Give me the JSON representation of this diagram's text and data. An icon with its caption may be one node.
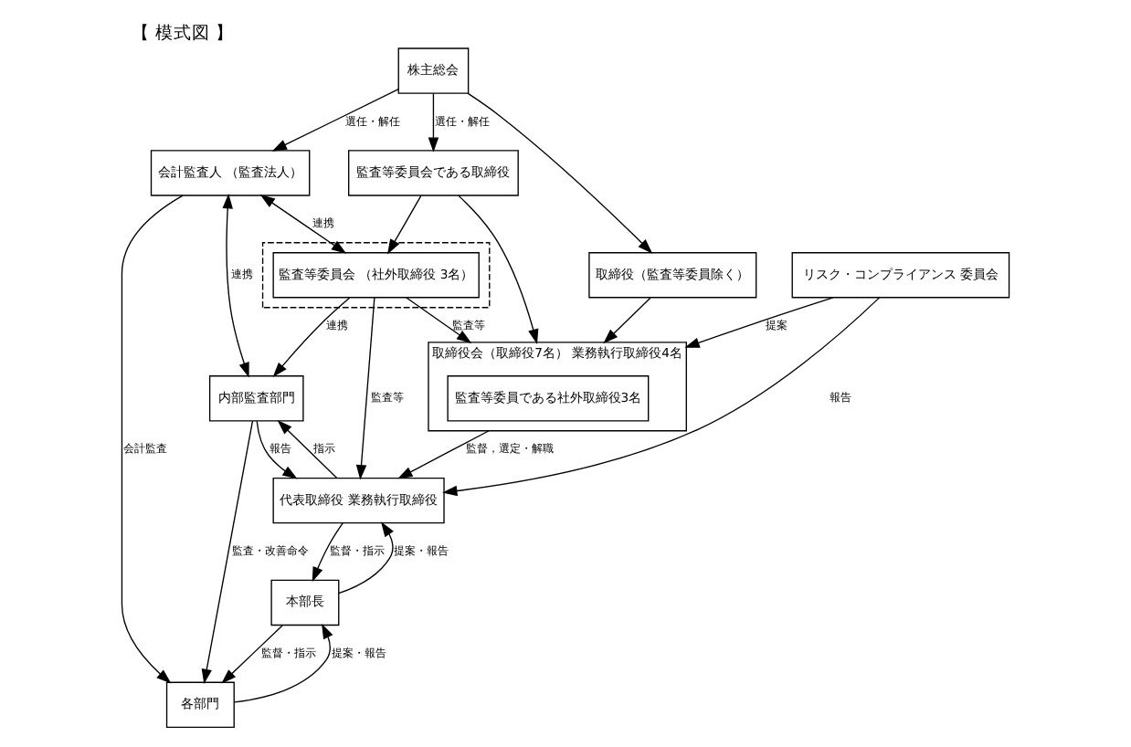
{
  "diagram": {
    "title": "【 模式図 】",
    "nodes": [
      {
        "text": [
          "株主総会"
        ]
      },
      {
        "text": [
          "監査等委員会である取締役"
        ]
      },
      {
        "text": [
          "取締役（監査等委員除く）"
        ]
      },
      {
        "text": [
          "取締役会（取締役7名） 業務執行取締役4名"
        ]
      },
      {
        "text": [
          "監査等委員である社外取締役3名"
        ],
        "in": 3
      },
      {
        "text": [],
        "shape": "box"
      },
      {
        "text": [
          "会計監査人 （監査法人）"
        ]
      },
      {
        "text": [
          "監査等委員会 （社外取締役 3名）"
        ],
        "in": 5
      },
      {
        "text": [
          "リスク・コンプライアンス 委員会"
        ]
      },
      {
        "text": [
          "内部監査部門"
        ]
      },
      {
        "text": [
          "代表取締役 業務執行取締役"
        ]
      },
      {
        "text": [
          "本部長"
        ]
      },
      {
        "text": [
          "各部門"
        ]
      }
    ],
    "edges": [
      {
        "from": 0,
        "to": 1,
        "arrow": "to",
        "label": "選任・解任"
      },
      {
        "from": 0,
        "to": 2,
        "arrow": "to"
      },
      {
        "from": 0,
        "to": 6,
        "arrow": "to",
        "label": "選任・解任"
      },
      {
        "from": 1,
        "to": 3,
        "arrow": "to"
      },
      {
        "from": 1,
        "to": 7,
        "arrow": "to"
      },
      {
        "from": 2,
        "to": 3,
        "arrow": "to"
      },
      {
        "from": 6,
        "to": 7,
        "arrow": "both",
        "label": "連携"
      },
      {
        "from": 7,
        "to": 3,
        "arrow": "to",
        "label": "監査等"
      },
      {
        "from": 6,
        "to": 9,
        "arrow": "both",
        "label": "連携"
      },
      {
        "from": 7,
        "to": 9,
        "arrow": "to",
        "label": "連携"
      },
      {
        "from": 7,
        "to": 10,
        "arrow": "to",
        "label": "監査等"
      },
      {
        "from": 3,
        "to": 10,
        "arrow": "to",
        "label": "監督，選定・解職"
      },
      {
        "from": 8,
        "to": 3,
        "arrow": "to",
        "label": "提案"
      },
      {
        "from": 8,
        "to": 10,
        "arrow": "to",
        "label": "報告"
      },
      {
        "from": 10,
        "to": 9,
        "arrow": "to",
        "label": "指示"
      },
      {
        "from": 9,
        "to": 10,
        "arrow": "to",
        "label": "報告"
      },
      {
        "from": 10,
        "to": 11,
        "arrow": "to",
        "label": "監督・指示"
      },
      {
        "from": 11,
        "to": 10,
        "arrow": "to",
        "label": "提案・報告"
      },
      {
        "from": 11,
        "to": 12,
        "arrow": "to",
        "label": "監督・指示"
      },
      {
        "from": 12,
        "to": 11,
        "arrow": "to",
        "label": "提案・報告"
      },
      {
        "from": 9,
        "to": 12,
        "arrow": "to",
        "label": "監査・改善命令"
      },
      {
        "from": 6,
        "to": 12,
        "arrow": "to",
        "label": "会計監査"
      }
    ]
  }
}
